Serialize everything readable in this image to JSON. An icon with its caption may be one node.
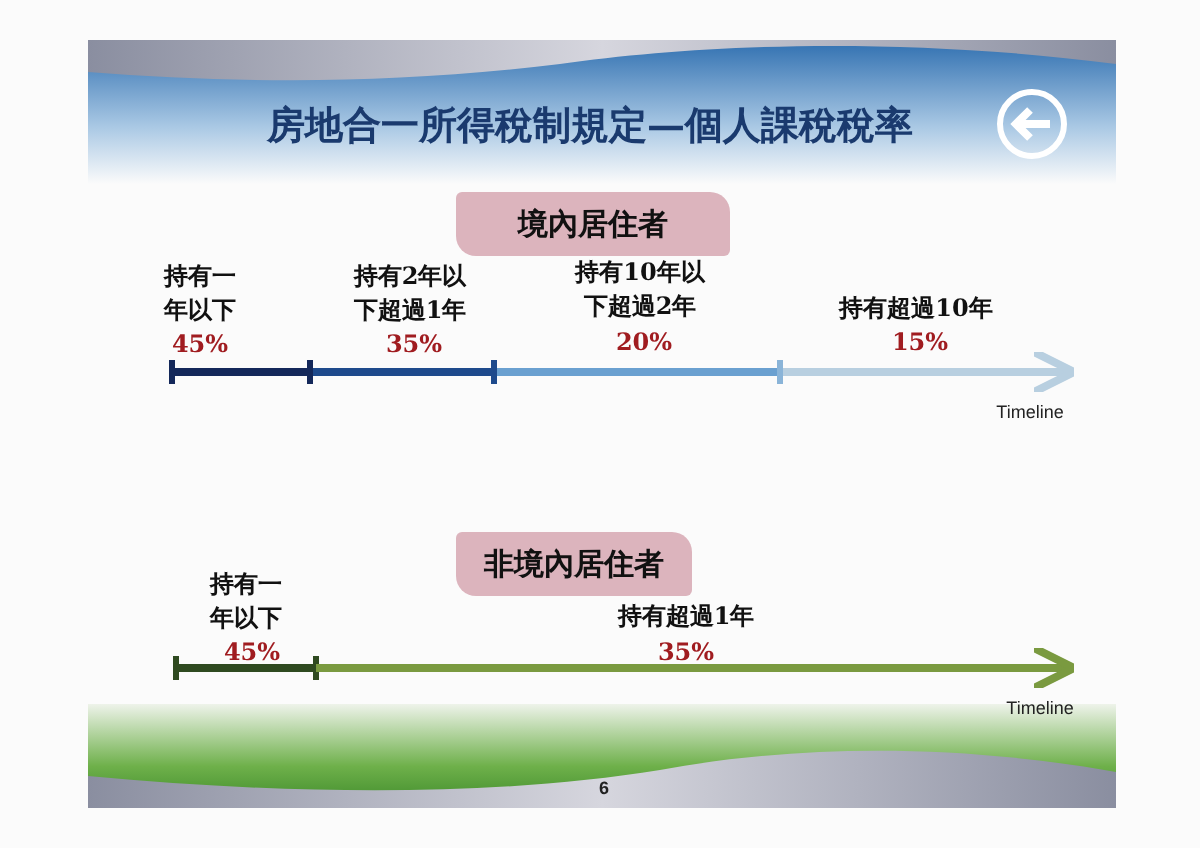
{
  "diagram": {
    "title": "房地合一所得稅制規定—個人課稅稅率",
    "nodes": [
      {
        "text": [
          "境內居住者"
        ]
      },
      {
        "text": [
          "非境內居住者"
        ]
      }
    ],
    "labels": [
      "持有一年以下",
      "45%",
      "持有2年以下超過1年",
      "35%",
      "持有10年以下超過2年",
      "20%",
      "持有超過10年",
      "15%",
      "Timeline",
      "持有一年以下",
      "45%",
      "持有超過1年",
      "35%",
      "Timeline",
      "6"
    ]
  }
}
